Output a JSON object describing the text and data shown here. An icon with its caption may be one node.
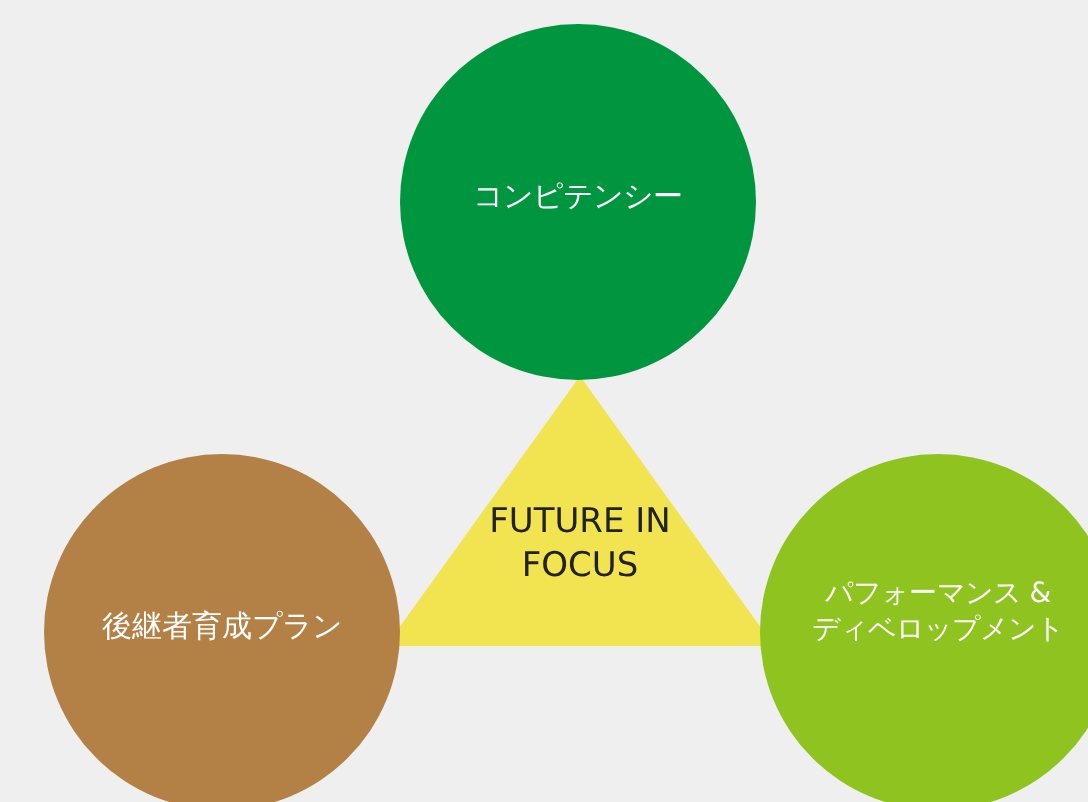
{
  "diagram": {
    "nodes": [
      {
        "text": [
          "コンピテンシー"
        ]
      },
      {
        "text": [
          "FUTURE IN FOCUS"
        ]
      },
      {
        "text": [
          "後継者育成プラン"
        ]
      },
      {
        "text": [
          "パフォーマンス & ディベロップメント"
        ]
      }
    ]
  }
}
